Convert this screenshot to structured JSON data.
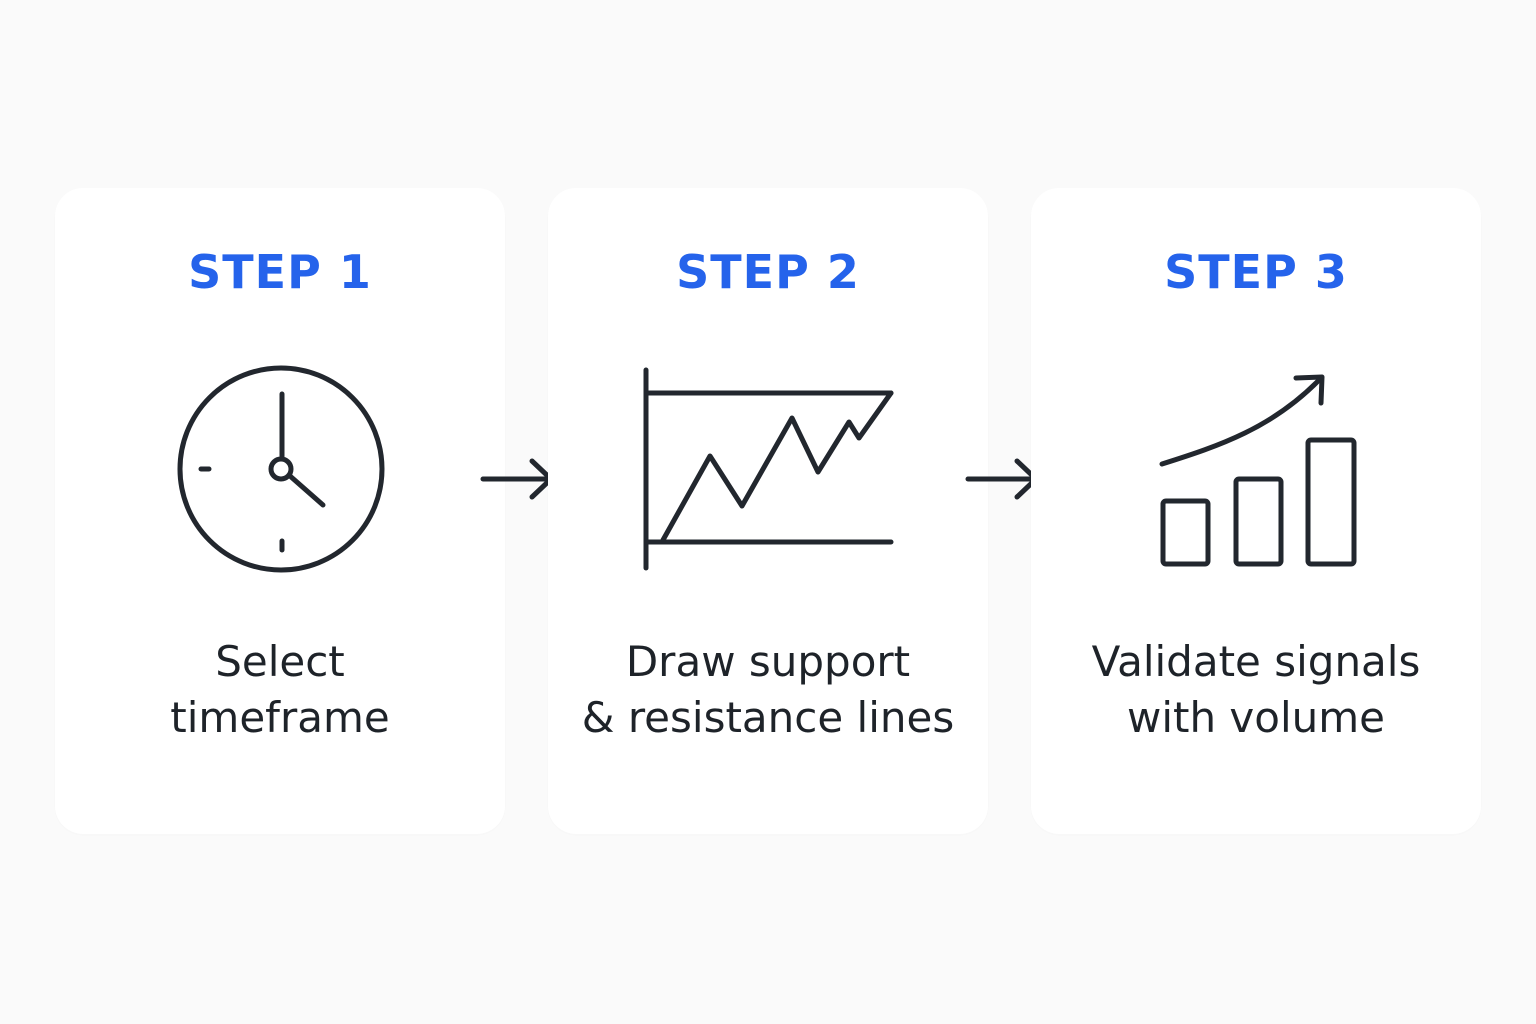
{
  "colors": {
    "accent": "#2563eb",
    "icon_stroke": "#22272e",
    "text": "#1e2329",
    "card": "#ffffff",
    "background": "#fafafa"
  },
  "steps": [
    {
      "label": "STEP 1",
      "icon": "clock-icon",
      "description": [
        "Select",
        "timeframe"
      ]
    },
    {
      "label": "STEP 2",
      "icon": "support-resistance-chart-icon",
      "description": [
        "Draw support",
        "& resistance lines"
      ]
    },
    {
      "label": "STEP 3",
      "icon": "volume-bar-chart-icon",
      "description": [
        "Validate signals",
        "with volume"
      ]
    }
  ],
  "connectors": [
    "arrow-right-icon",
    "arrow-right-icon"
  ]
}
